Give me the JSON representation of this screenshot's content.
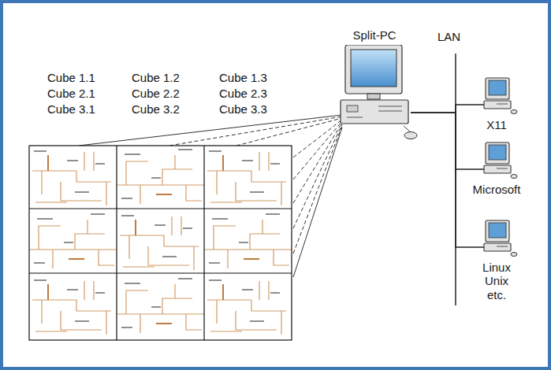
{
  "diagram": {
    "nodes": [
      {
        "text": [
          "Split-PC"
        ]
      },
      {
        "text": [
          "X11"
        ]
      },
      {
        "text": [
          "Microsoft"
        ]
      },
      {
        "text": [
          "Linux Unix etc."
        ]
      }
    ],
    "edges": [
      {
        "from": 0,
        "to": 1,
        "arrow": "none"
      },
      {
        "from": 0,
        "to": 2,
        "arrow": "none"
      },
      {
        "from": 0,
        "to": 3,
        "arrow": "none"
      }
    ],
    "labels": [
      "LAN",
      "Cube 1.1",
      "Cube 1.2",
      "Cube 1.3",
      "Cube 2.1",
      "Cube 2.2",
      "Cube 2.3",
      "Cube 3.1",
      "Cube 3.2",
      "Cube 3.3"
    ]
  }
}
